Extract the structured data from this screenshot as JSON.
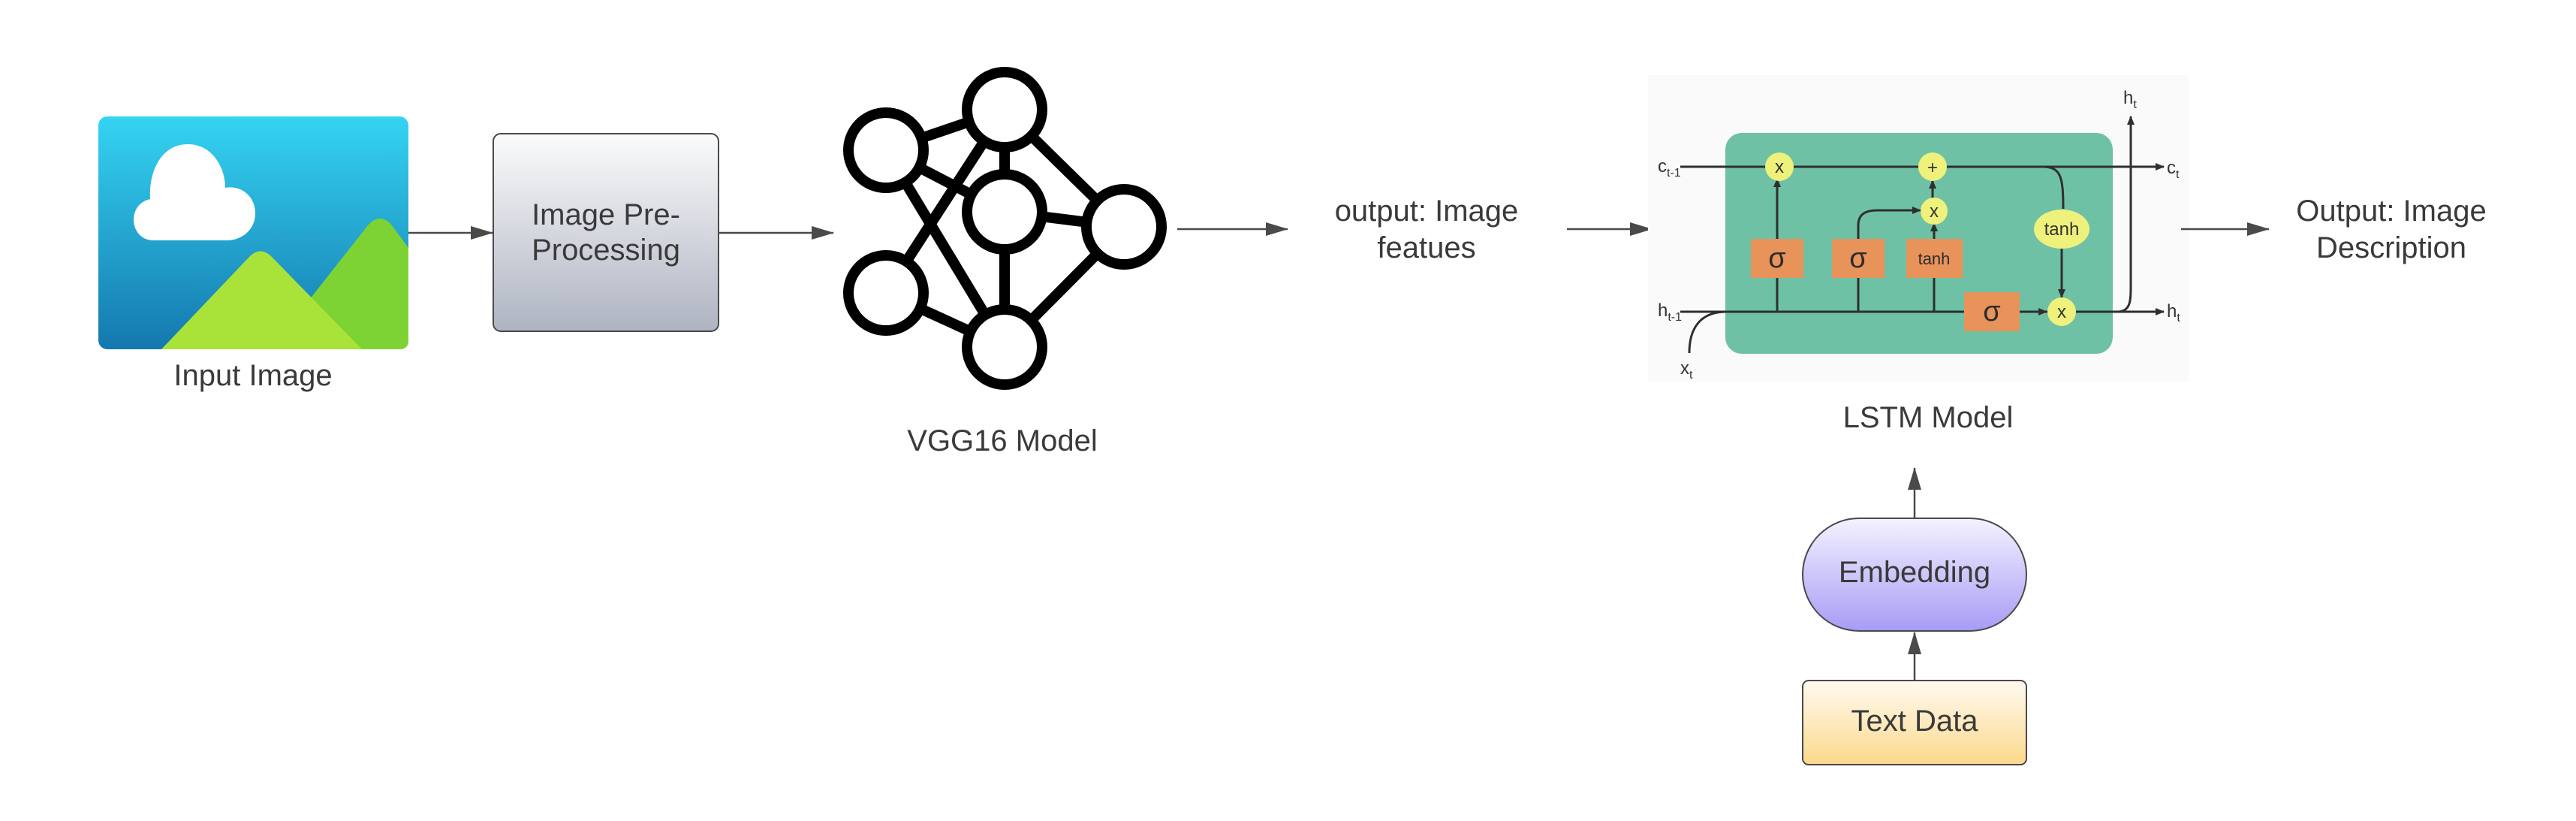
{
  "nodes": {
    "input_image": "Input Image",
    "preprocess_line1": "Image Pre-",
    "preprocess_line2": "Processing",
    "vgg16": "VGG16 Model",
    "features_line1": "output: Image",
    "features_line2": "featues",
    "lstm": "LSTM Model",
    "description_line1": "Output: Image",
    "description_line2": "Description",
    "embedding": "Embedding",
    "text_data": "Text Data"
  },
  "lstm_cell": {
    "gate_sigma": "σ",
    "gate_tanh": "tanh",
    "op_multiply": "x",
    "op_add": "+",
    "c_prev": "c",
    "c_prev_sub": "t-1",
    "c_next": "c",
    "c_next_sub": "t",
    "h_prev": "h",
    "h_prev_sub": "t-1",
    "h_next": "h",
    "h_next_sub": "t",
    "h_top": "h",
    "h_top_sub": "t",
    "x_in": "x",
    "x_in_sub": "t"
  },
  "colors": {
    "arrow": "#4a4a4a",
    "sky_top": "#35d4f2",
    "sky_bottom": "#1478ae",
    "mountain": "#a9e33a",
    "mountain_back": "#7dd334",
    "process_box_top": "#fbfbfc",
    "process_box_bottom": "#aeb4c1",
    "lstm_bg": "#6fc1a5",
    "lstm_gate": "#e8935a",
    "lstm_op": "#eef27c",
    "embedding_top": "#f4f2ff",
    "embedding_bottom": "#a79cf5",
    "text_data_top": "#fffaf0",
    "text_data_bottom": "#fcd98c"
  },
  "icons": {
    "input_image": "image-icon",
    "vgg16": "neural-network-icon"
  }
}
